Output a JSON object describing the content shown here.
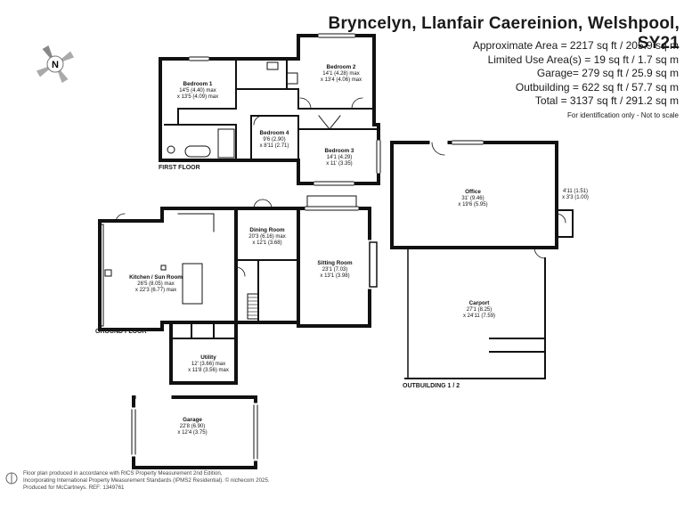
{
  "title": "Bryncelyn, Llanfair Caereinion, Welshpool, SY21",
  "areas": [
    "Approximate Area = 2217 sq ft / 205.9 sq m",
    "Limited Use Area(s) = 19 sq ft / 1.7 sq m",
    "Garage= 279 sq ft / 25.9 sq m",
    "Outbuilding = 622 sq ft / 57.7 sq m",
    "Total = 3137 sq ft / 291.2 sq m"
  ],
  "identification_note": "For identification only - Not to scale",
  "compass_label": "N",
  "floors": {
    "first": "FIRST FLOOR",
    "ground": "GROUND FLOOR",
    "outbuilding": "OUTBUILDING 1 / 2"
  },
  "rooms": {
    "bedroom1": {
      "name": "Bedroom 1",
      "dim1": "14'5 (4.40) max",
      "dim2": "x 13'5 (4.09) max"
    },
    "bedroom2": {
      "name": "Bedroom 2",
      "dim1": "14'1 (4.28) max",
      "dim2": "x 13'4 (4.06) max"
    },
    "bedroom3": {
      "name": "Bedroom 3",
      "dim1": "14'1 (4.29)",
      "dim2": "x 11' (3.35)"
    },
    "bedroom4": {
      "name": "Bedroom 4",
      "dim1": "9'6 (2.90)",
      "dim2": "x 8'11 (2.71)"
    },
    "dining": {
      "name": "Dining Room",
      "dim1": "20'3 (6.16) max",
      "dim2": "x 12'1 (3.68)"
    },
    "sitting": {
      "name": "Sitting Room",
      "dim1": "23'1 (7.03)",
      "dim2": "x 13'1 (3.98)"
    },
    "kitchen": {
      "name": "Kitchen / Sun Room",
      "dim1": "26'5 (8.05) max",
      "dim2": "x 22'3 (6.77) max"
    },
    "utility": {
      "name": "Utility",
      "dim1": "12' (3.66) max",
      "dim2": "x 11'8 (3.56) max"
    },
    "garage": {
      "name": "Garage",
      "dim1": "22'8 (6.90)",
      "dim2": "x 12'4 (3.75)"
    },
    "office": {
      "name": "Office",
      "dim1": "31' (9.46)",
      "dim2": "x 19'6 (5.95)"
    },
    "office_store": {
      "dim1": "4'11 (1.51)",
      "dim2": "x 3'3 (1.00)"
    },
    "carport": {
      "name": "Carport",
      "dim1": "27'1 (8.25)",
      "dim2": "x 24'11 (7.59)"
    }
  },
  "footer": [
    "Floor plan produced in accordance with RICS Property Measurement 2nd Edition,",
    "Incorporating International Property Measurement Standards (IPMS2 Residential).  © nichecom 2025.",
    "Produced for McCartneys.   REF: 1349761"
  ]
}
